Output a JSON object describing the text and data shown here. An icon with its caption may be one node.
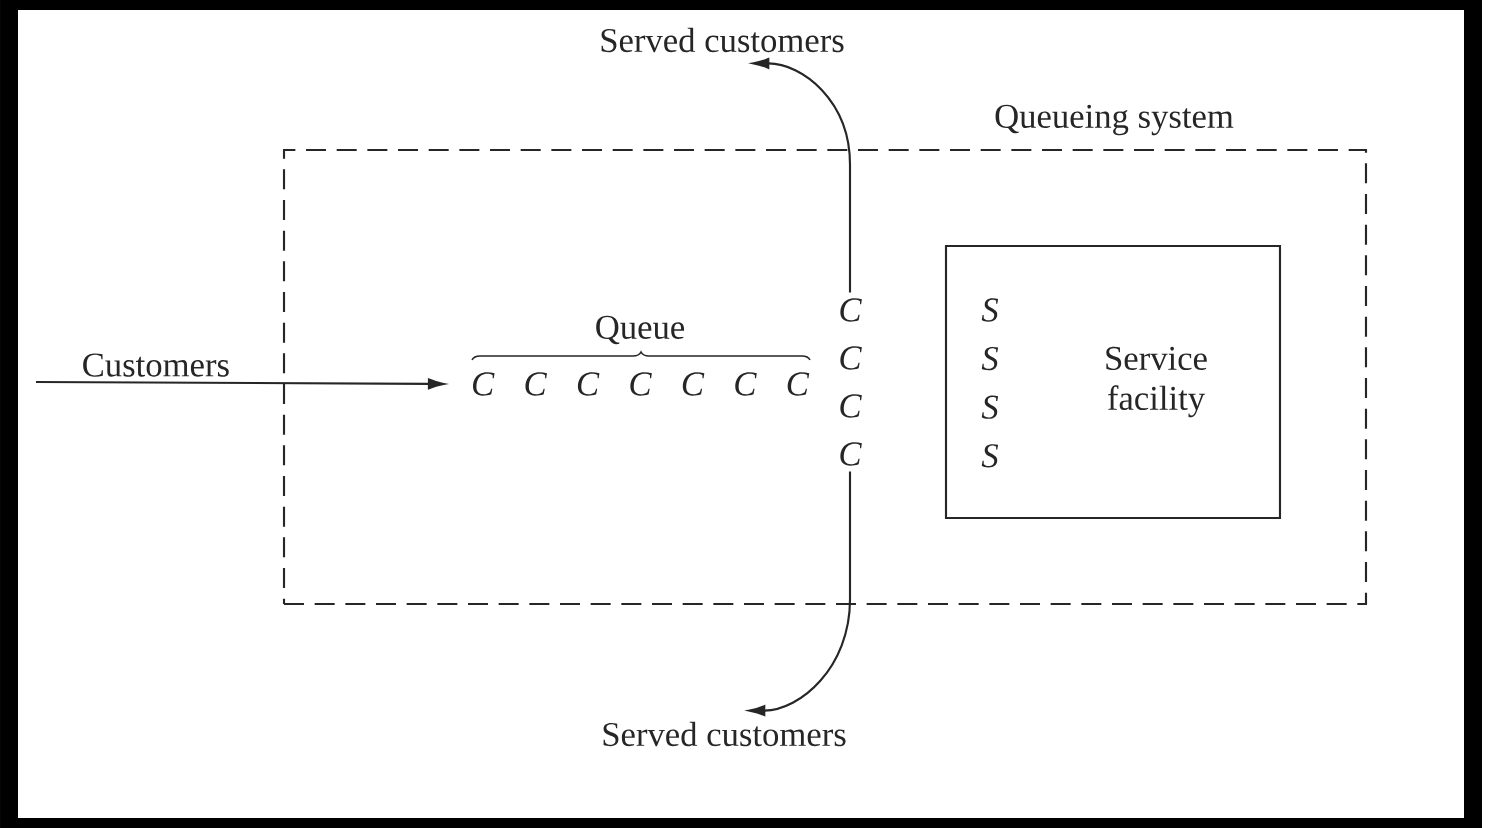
{
  "diagram": {
    "nodes": [
      {
        "text": [
          "Served customers"
        ]
      },
      {
        "text": [
          "Queueing system"
        ]
      },
      {
        "text": [
          "Queue",
          "C C C C C C C"
        ],
        "in": 1
      },
      {
        "text": [
          "C",
          "C",
          "C",
          "C"
        ],
        "in": 1
      },
      {
        "text": [
          "S",
          "S",
          "S",
          "S",
          "Service facility"
        ],
        "in": 1
      },
      {
        "text": [
          "Served customers"
        ]
      }
    ],
    "edges": [
      {
        "from": null,
        "to": 2,
        "arrow": "to",
        "label": "Customers"
      },
      {
        "from": 3,
        "to": 0,
        "arrow": "to"
      },
      {
        "from": 3,
        "to": 5,
        "arrow": "to"
      }
    ]
  }
}
